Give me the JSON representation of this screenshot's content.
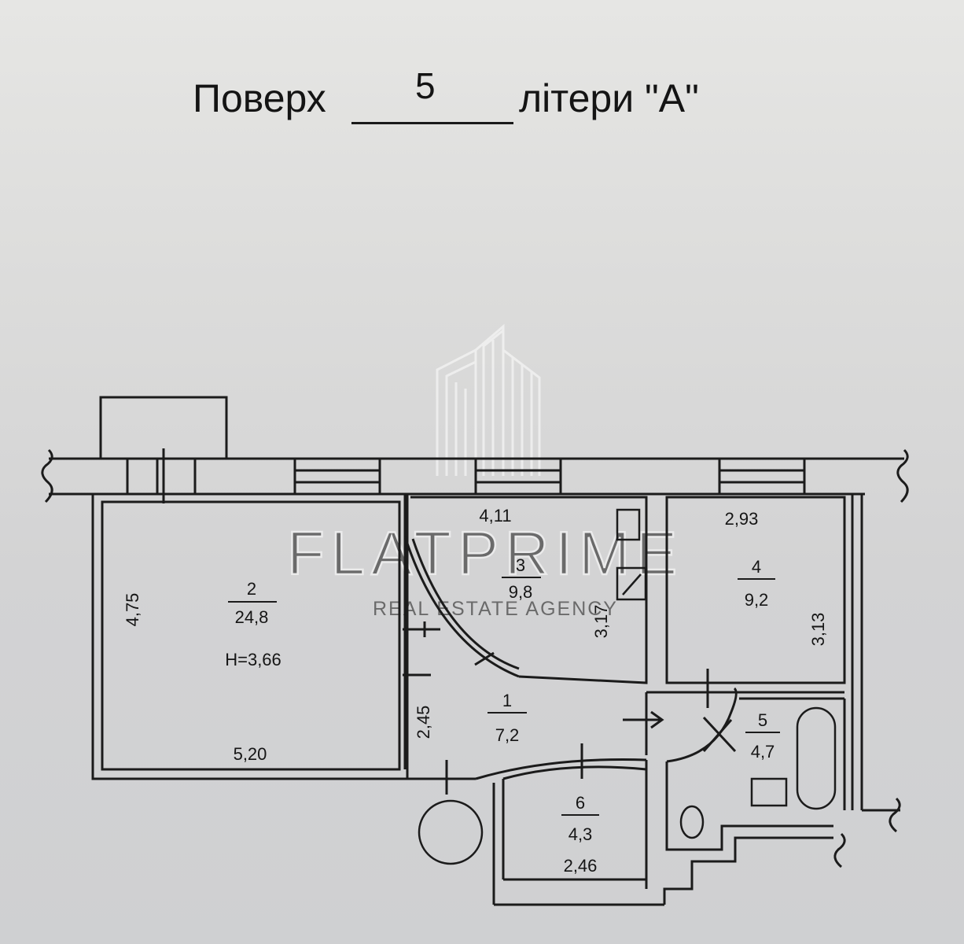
{
  "heading": {
    "floor_label": "Поверх",
    "floor_number": "5",
    "letter_label": "літери \"А\""
  },
  "watermark": {
    "brand": "FLATPRIME",
    "tagline": "REAL ESTATE AGENCY"
  },
  "rooms": [
    {
      "number": "1",
      "area": "7,2"
    },
    {
      "number": "2",
      "area": "24,8",
      "height": "H=3,66"
    },
    {
      "number": "3",
      "area": "9,8"
    },
    {
      "number": "4",
      "area": "9,2"
    },
    {
      "number": "5",
      "area": "4,7"
    },
    {
      "number": "6",
      "area": "4,3"
    }
  ],
  "dimensions": {
    "room2_height": "4,75",
    "room2_width": "5,20",
    "room3_width": "4,11",
    "room3_height": "3,17",
    "room4_width": "2,93",
    "room4_height": "3,13",
    "room1_height": "2,45",
    "room6_width": "2,46"
  }
}
